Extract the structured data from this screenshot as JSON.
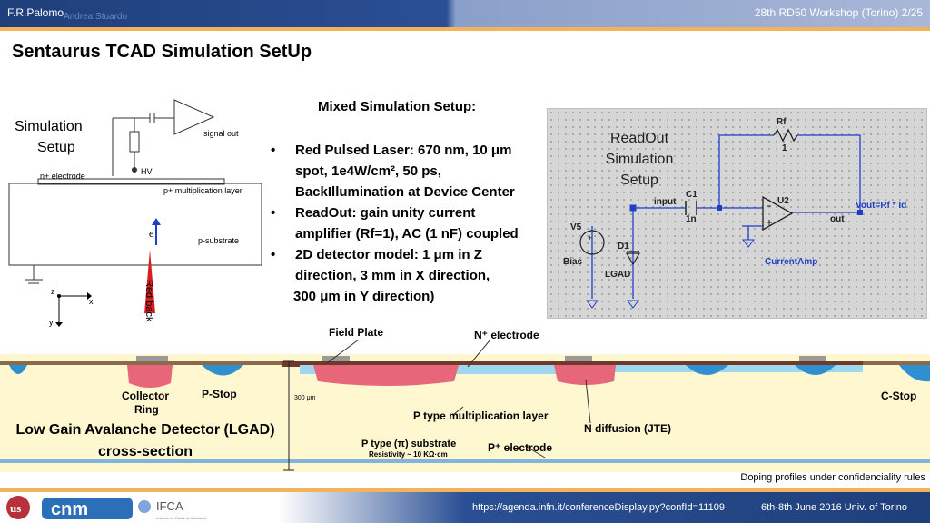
{
  "header": {
    "author": "F.R.Palomo",
    "ghost_text": "Andrea Stuardo",
    "workshop": "28th RD50 Workshop (Torino) 2/25"
  },
  "title": "Sentaurus TCAD Simulation SetUp",
  "left_diagram": {
    "label_line1": "Simulation",
    "label_line2": "Setup",
    "signal_out": "signal out",
    "hv": "HV",
    "n_electrode": "n+ electrode",
    "p_mult": "p+ multiplication layer",
    "p_substrate": "p-substrate",
    "e": "e",
    "red_back": "Red back",
    "axis_z": "z",
    "axis_x": "x",
    "axis_y": "y"
  },
  "mixed": {
    "heading": "Mixed Simulation Setup:",
    "bullet_char": "•",
    "bullets": [
      {
        "lines": [
          "Red Pulsed Laser: 670 nm, 10 μm",
          "spot, 1e4W/cm², 50 ps,",
          "BackIllumination at Device Center"
        ]
      },
      {
        "lines": [
          "ReadOut: gain unity current",
          "amplifier (Rf=1), AC (1 nF) coupled"
        ]
      },
      {
        "lines": [
          "2D detector model: 1 μm in Z",
          "direction, 3 mm in X direction,"
        ]
      }
    ],
    "tail": "300 μm in Y direction)"
  },
  "readout": {
    "line1": "ReadOut",
    "line2": "Simulation",
    "line3": "Setup",
    "rf": "Rf",
    "rf_val": "1",
    "c1": "C1",
    "c1_val": "1n",
    "input": "input",
    "u2": "U2",
    "out": "out",
    "vout": "Vout=Rf * Id",
    "v5": "V5",
    "bias": "Bias",
    "d1": "D1",
    "lgad": "LGAD",
    "currentamp": "CurrentAmp",
    "colors": {
      "wire": "#1e3fc8",
      "panel": "#d6d6d6"
    }
  },
  "cross_section": {
    "field_plate": "Field Plate",
    "n_electrode": "N⁺ electrode",
    "collector_ring_1": "Collector",
    "collector_ring_2": "Ring",
    "p_stop": "P-Stop",
    "thickness": "300 μm",
    "p_type_mult": "P type multiplication layer",
    "n_diffusion": "N diffusion (JTE)",
    "p_type_sub": "P type (π) substrate",
    "resistivity": "Resistivity ~ 10 KΩ·cm",
    "p_electrode": "P⁺ electrode",
    "c_stop": "C-Stop",
    "lgad_title_1": "Low Gain Avalanche Detector (LGAD)",
    "lgad_title_2": "cross-section",
    "colors": {
      "substrate": "#fff7d0",
      "n_implant": "#e8667a",
      "p_stop": "#2f8fd0",
      "metal": "#9a9a9a"
    }
  },
  "footer": {
    "doping_note": "Doping profiles under confidenciality rules",
    "url": "https://agenda.infn.it/conferenceDisplay.py?confId=11109",
    "dates": "6th-8th June  2016  Univ. of Torino",
    "logo_cnm": "cnm",
    "logo_ifca": "IFCA",
    "logo_ifca_sub": "Instituto de Física de Cantabria"
  }
}
